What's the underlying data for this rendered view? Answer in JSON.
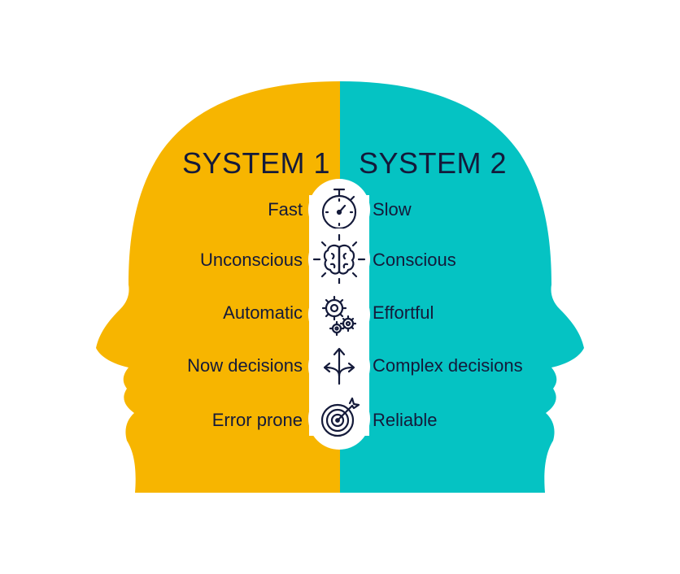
{
  "colors": {
    "system1": "#F7B500",
    "system2": "#05C3C3",
    "text": "#141A3A",
    "icon_bg": "#FFFFFF"
  },
  "headings": {
    "left": "SYSTEM 1",
    "right": "SYSTEM 2"
  },
  "rows": [
    {
      "left": "Fast",
      "right": "Slow",
      "icon": "stopwatch-icon"
    },
    {
      "left": "Unconscious",
      "right": "Conscious",
      "icon": "brain-icon"
    },
    {
      "left": "Automatic",
      "right": "Effortful",
      "icon": "gears-icon"
    },
    {
      "left": "Now decisions",
      "right": "Complex decisions",
      "icon": "split-arrows-icon"
    },
    {
      "left": "Error prone",
      "right": "Reliable",
      "icon": "target-icon"
    }
  ]
}
